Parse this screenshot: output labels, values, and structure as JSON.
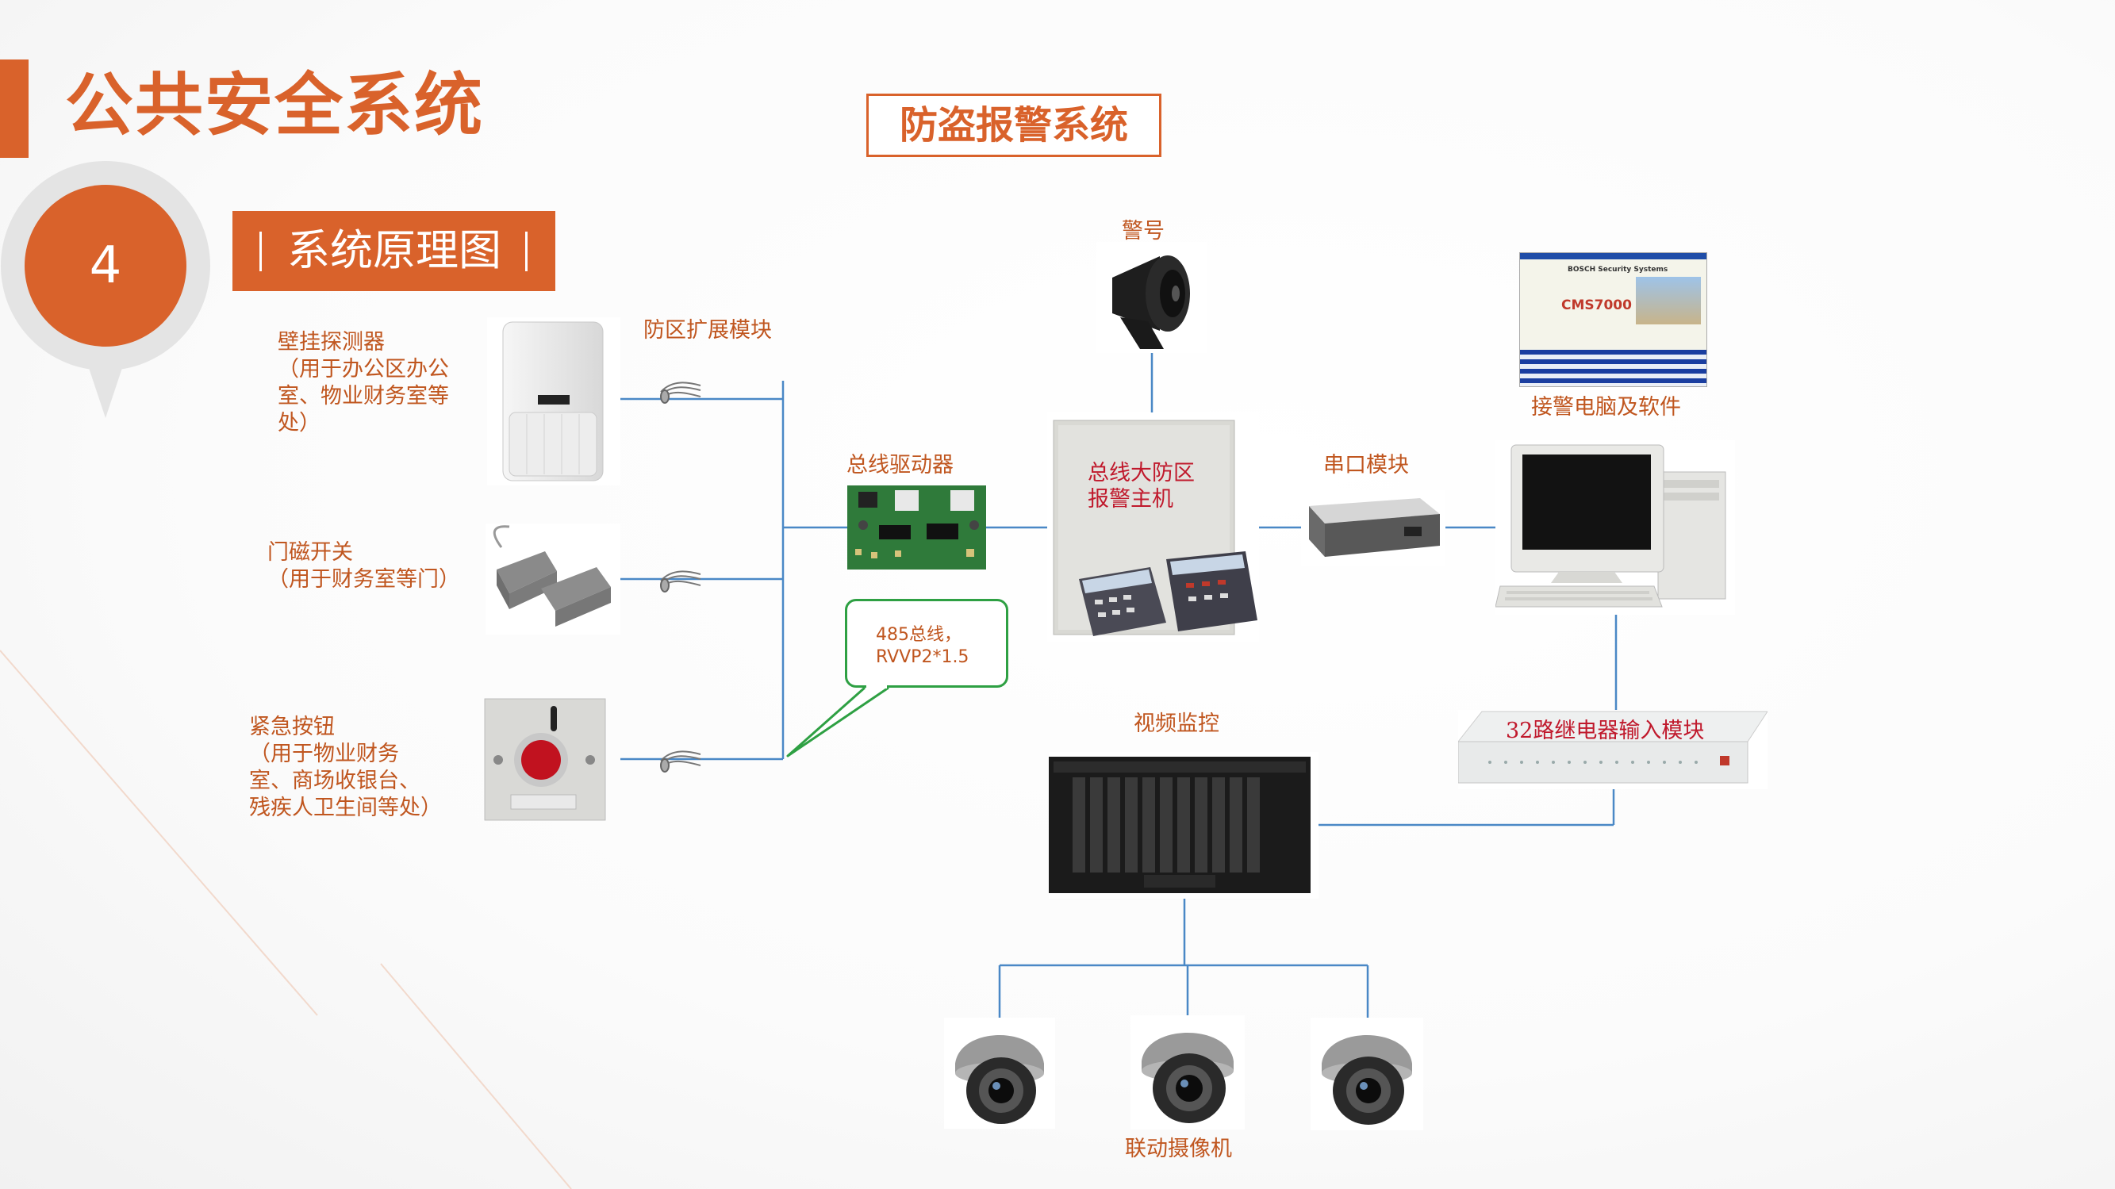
{
  "header": {
    "title": "公共安全系统",
    "section_number": "4",
    "section_title": "系统原理图",
    "diagram_title": "防盗报警系统"
  },
  "labels": {
    "wall_detector_title": "壁挂探测器",
    "wall_detector_note": "（用于办公区办公室、物业财务室等处）",
    "door_magnet_title": "门磁开关",
    "door_magnet_note": "（用于财务室等门）",
    "emergency_button_title": "紧急按钮",
    "emergency_button_note": "（用于物业财务室、商场收银台、残疾人卫生间等处）",
    "zone_expansion": "防区扩展模块",
    "bus_driver": "总线驱动器",
    "siren": "警号",
    "alarm_host_line1": "总线大防区",
    "alarm_host_line2": "报警主机",
    "serial_module": "串口模块",
    "alarm_pc": "接警电脑及软件",
    "bus_callout_line1": "485总线，",
    "bus_callout_line2": "RVVP2*1.5",
    "video_monitor": "视频监控",
    "relay_module": "32路继电器输入模块",
    "linked_cameras": "联动摄像机"
  },
  "screen_text": {
    "brand": "BOSCH Security Systems",
    "product": "CMS7000"
  },
  "colors": {
    "accent": "#d9622b",
    "label": "#c0561f",
    "red_label": "#c0192c",
    "wire": "#4a88c6",
    "callout": "#2ea043"
  }
}
